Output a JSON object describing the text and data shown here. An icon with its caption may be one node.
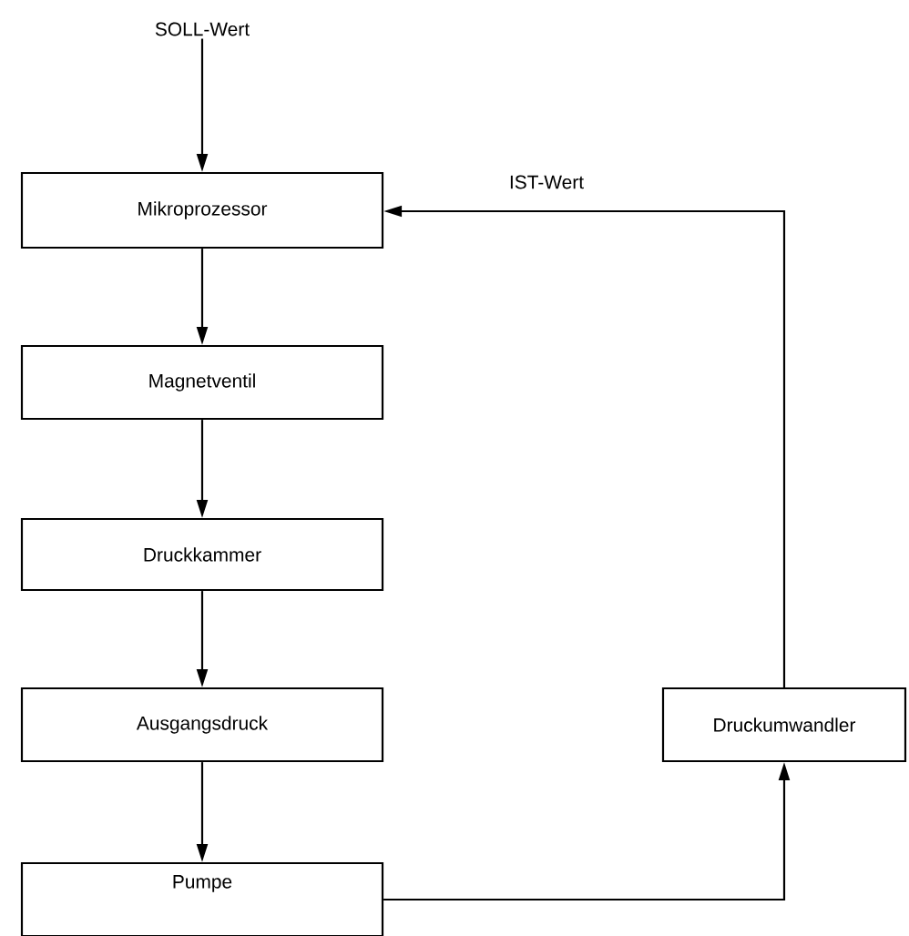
{
  "diagram": {
    "nodes": [
      {
        "text": [
          "SOLL-Wert"
        ]
      },
      {
        "text": [
          "Mikroprozessor"
        ]
      },
      {
        "text": [
          "Magnetventil"
        ]
      },
      {
        "text": [
          "Druckkammer"
        ]
      },
      {
        "text": [
          "Ausgangsdruck"
        ]
      },
      {
        "text": [
          "Pumpe"
        ]
      },
      {
        "text": [
          "Druckumwandler"
        ]
      }
    ],
    "edges": [
      {
        "from": 0,
        "to": 1,
        "arrow": "to"
      },
      {
        "from": 1,
        "to": 2,
        "arrow": "to"
      },
      {
        "from": 2,
        "to": 3,
        "arrow": "to"
      },
      {
        "from": 3,
        "to": 4,
        "arrow": "to"
      },
      {
        "from": 4,
        "to": 5,
        "arrow": "to"
      },
      {
        "from": 5,
        "to": 6,
        "arrow": "to"
      },
      {
        "from": 6,
        "to": 1,
        "arrow": "to",
        "label": "IST-Wert"
      }
    ]
  }
}
